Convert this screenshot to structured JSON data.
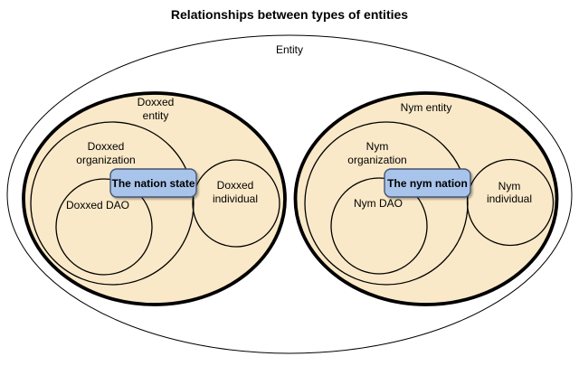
{
  "title": "Relationships between types of entities",
  "colors": {
    "entity_group_fill": "#FAE9C8",
    "nation_box_fill": "#A9C4EB",
    "nation_box_border": "#45536F",
    "line": "#000000",
    "background": "#FFFFFF"
  },
  "outer": {
    "label": "Entity"
  },
  "doxxed": {
    "entity_label_line1": "Doxxed",
    "entity_label_line2": "entity",
    "org_label_line1": "Doxxed",
    "org_label_line2": "organization",
    "dao_label": "Doxxed DAO",
    "nation_label": "The nation state",
    "individual_label_line1": "Doxxed",
    "individual_label_line2": "individual"
  },
  "nym": {
    "entity_label": "Nym entity",
    "org_label_line1": "Nym",
    "org_label_line2": "organization",
    "dao_label": "Nym DAO",
    "nation_label": "The nym nation",
    "individual_label_line1": "Nym",
    "individual_label_line2": "individual"
  }
}
